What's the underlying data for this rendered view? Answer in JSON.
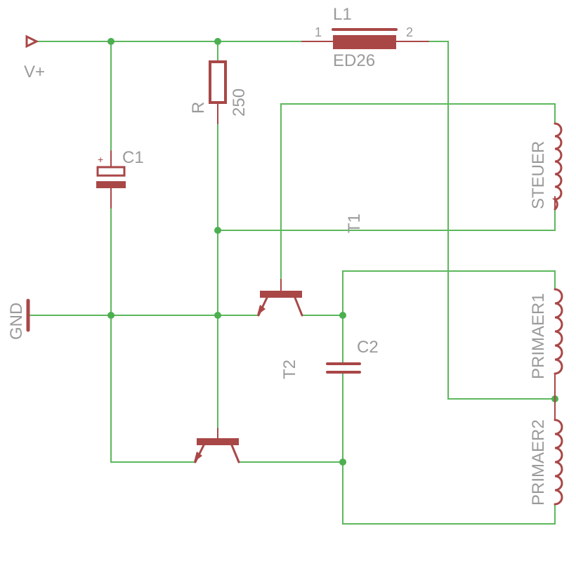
{
  "labels": {
    "vplus": "V+",
    "gnd": "GND",
    "l1_name": "L1",
    "l1_value": "ED26",
    "l1_pin1": "1",
    "l1_pin2": "2",
    "r_name": "R",
    "r_value": "250",
    "c1_name": "C1",
    "c1_plus": "+",
    "t1": "T1",
    "t2": "T2",
    "c2_name": "C2",
    "steuer": "STEUER",
    "primaer1": "PRIMAER1",
    "primaer2": "PRIMAER2"
  },
  "colors": {
    "wire": "#5cb85c",
    "component": "#a94747",
    "junction": "#4caf50",
    "label": "#9a9a9a"
  }
}
